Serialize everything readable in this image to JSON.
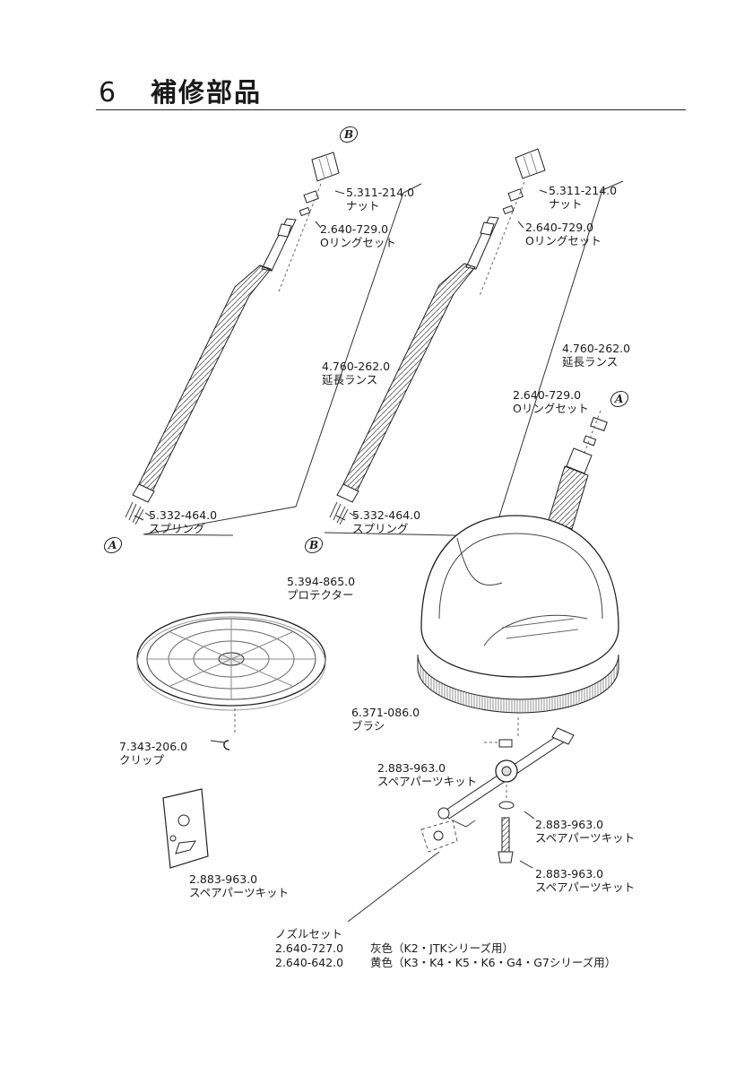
{
  "section": {
    "number": "6",
    "title": "補修部品"
  },
  "callouts": {
    "a": "A",
    "b": "B"
  },
  "labels": {
    "nut_left": {
      "part": "5.311-214.0",
      "name": "ナット"
    },
    "oring_left": {
      "part": "2.640-729.0",
      "name": "Oリングセット"
    },
    "lance_left": {
      "part": "4.760-262.0",
      "name": "延長ランス"
    },
    "spring_left": {
      "part": "5.332-464.0",
      "name": "スプリング"
    },
    "nut_right": {
      "part": "5.311-214.0",
      "name": "ナット"
    },
    "oring_right": {
      "part": "2.640-729.0",
      "name": "Oリングセット"
    },
    "lance_right": {
      "part": "4.760-262.0",
      "name": "延長ランス"
    },
    "spring_right": {
      "part": "5.332-464.0",
      "name": "スプリング"
    },
    "oring_head": {
      "part": "2.640-729.0",
      "name": "Oリングセット"
    },
    "protector": {
      "part": "5.394-865.0",
      "name": "プロテクター"
    },
    "brush": {
      "part": "6.371-086.0",
      "name": "ブラシ"
    },
    "clip": {
      "part": "7.343-206.0",
      "name": "クリップ"
    },
    "spare_arm": {
      "part": "2.883-963.0",
      "name": "スペアパーツキット"
    },
    "spare_washer": {
      "part": "2.883-963.0",
      "name": "スペアパーツキット"
    },
    "spare_bolt": {
      "part": "2.883-963.0",
      "name": "スペアパーツキット"
    },
    "spare_bag": {
      "part": "2.883-963.0",
      "name": "スペアパーツキット"
    }
  },
  "nozzle_set": {
    "title": "ノズルセット",
    "rows": [
      {
        "part": "2.640-727.0",
        "desc": "灰色（K2・JTKシリーズ用）"
      },
      {
        "part": "2.640-642.0",
        "desc": "黄色（K3・K4・K5・K6・G4・G7シリーズ用）"
      }
    ]
  }
}
